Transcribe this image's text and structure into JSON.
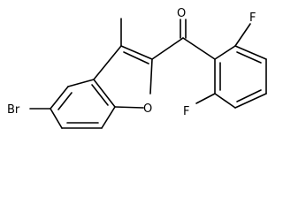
{
  "molecule": {
    "atoms": {
      "bromine": "Br",
      "ring_oxygen": "O",
      "carbonyl_oxygen": "O",
      "fluorine_top": "F",
      "fluorine_bottom": "F"
    },
    "colors": {
      "bond": "#000000",
      "label": "#000000",
      "background": "#ffffff"
    }
  }
}
